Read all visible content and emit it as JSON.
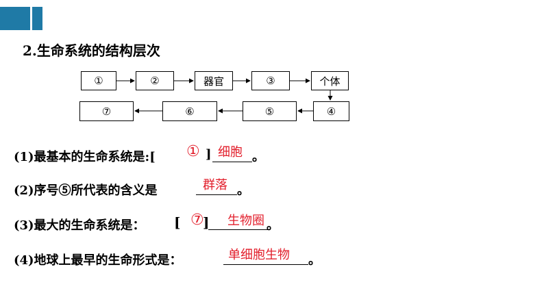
{
  "heading": "2.生命系统的结构层次",
  "diagram": {
    "row1": [
      "①",
      "②",
      "器官",
      "③",
      "个体"
    ],
    "row2": [
      "⑦",
      "⑥",
      "⑤",
      "④"
    ]
  },
  "questions": [
    {
      "label": "(1)最基本的生命系统是:[",
      "number": "①",
      "close": "]",
      "answer": "细胞",
      "end": "。"
    },
    {
      "label": "(2)序号⑤所代表的含义是",
      "answer": "群落",
      "end": "。"
    },
    {
      "label": "(3)最大的生命系统是：",
      "bracket_open": "[",
      "number": "⑦",
      "bracket_close": "]",
      "answer": "生物圈",
      "end": "。"
    },
    {
      "label": "(4)地球上最早的生命形式是：",
      "answer": "单细胞生物",
      "end": "。"
    }
  ],
  "colors": {
    "accent": "#1f7aa6",
    "answer": "#e21e2b"
  }
}
